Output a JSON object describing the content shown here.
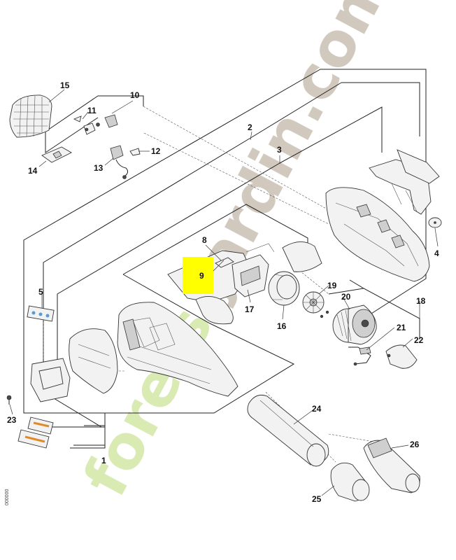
{
  "diagram": {
    "callouts": {
      "c1": "1",
      "c2": "2",
      "c3": "3",
      "c4": "4",
      "c5": "5",
      "c8": "8",
      "c9": "9",
      "c10": "10",
      "c11": "11",
      "c12": "12",
      "c13": "13",
      "c14": "14",
      "c15": "15",
      "c16": "16",
      "c17": "17",
      "c18": "18",
      "c19": "19",
      "c20": "20",
      "c21": "21",
      "c22": "22",
      "c23": "23",
      "c24": "24",
      "c25": "25",
      "c26": "26"
    },
    "highlight_color": "#ffff00"
  },
  "watermark": {
    "text_green": "forets",
    "text_gray": "jardin.com",
    "color_green": "#d3e7a5",
    "color_gray": "#c9bfb3"
  },
  "side_code": "000000"
}
